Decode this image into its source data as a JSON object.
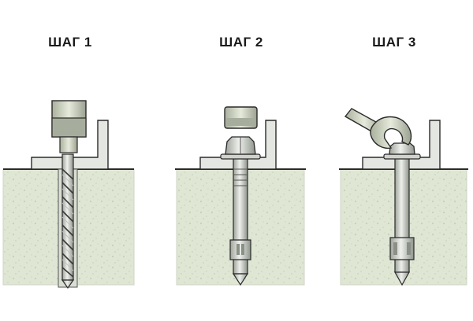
{
  "steps": [
    {
      "title": "ШАГ 1",
      "tool": "drill-icon"
    },
    {
      "title": "ШАГ 2",
      "tool": "socket-icon"
    },
    {
      "title": "ШАГ 3",
      "tool": "wrench-icon"
    }
  ],
  "colors": {
    "concrete": "#dfe6d4",
    "concrete_shade": "#c9d3bc",
    "metal": "#d8dbd6",
    "metal_dark": "#9aa097",
    "outline": "#2a2a2a",
    "bracket": "#e4e6e1"
  }
}
